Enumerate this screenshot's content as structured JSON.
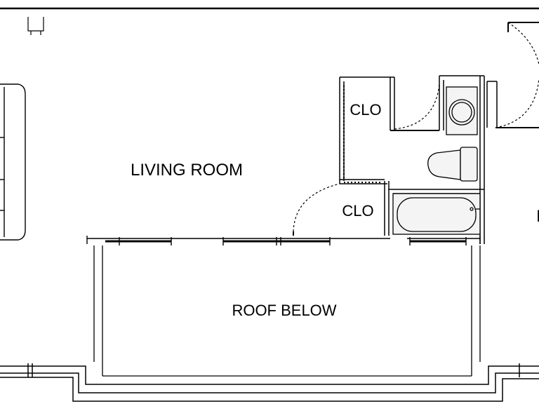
{
  "rooms": {
    "living_room": "LIVING ROOM",
    "closet_upper": "CLO",
    "closet_lower": "CLO",
    "roof_below": "ROOF BELOW",
    "partial_right_label": "I"
  },
  "colors": {
    "wall": "#000000",
    "background": "#ffffff",
    "fixture_fill": "#f4f4f4"
  }
}
